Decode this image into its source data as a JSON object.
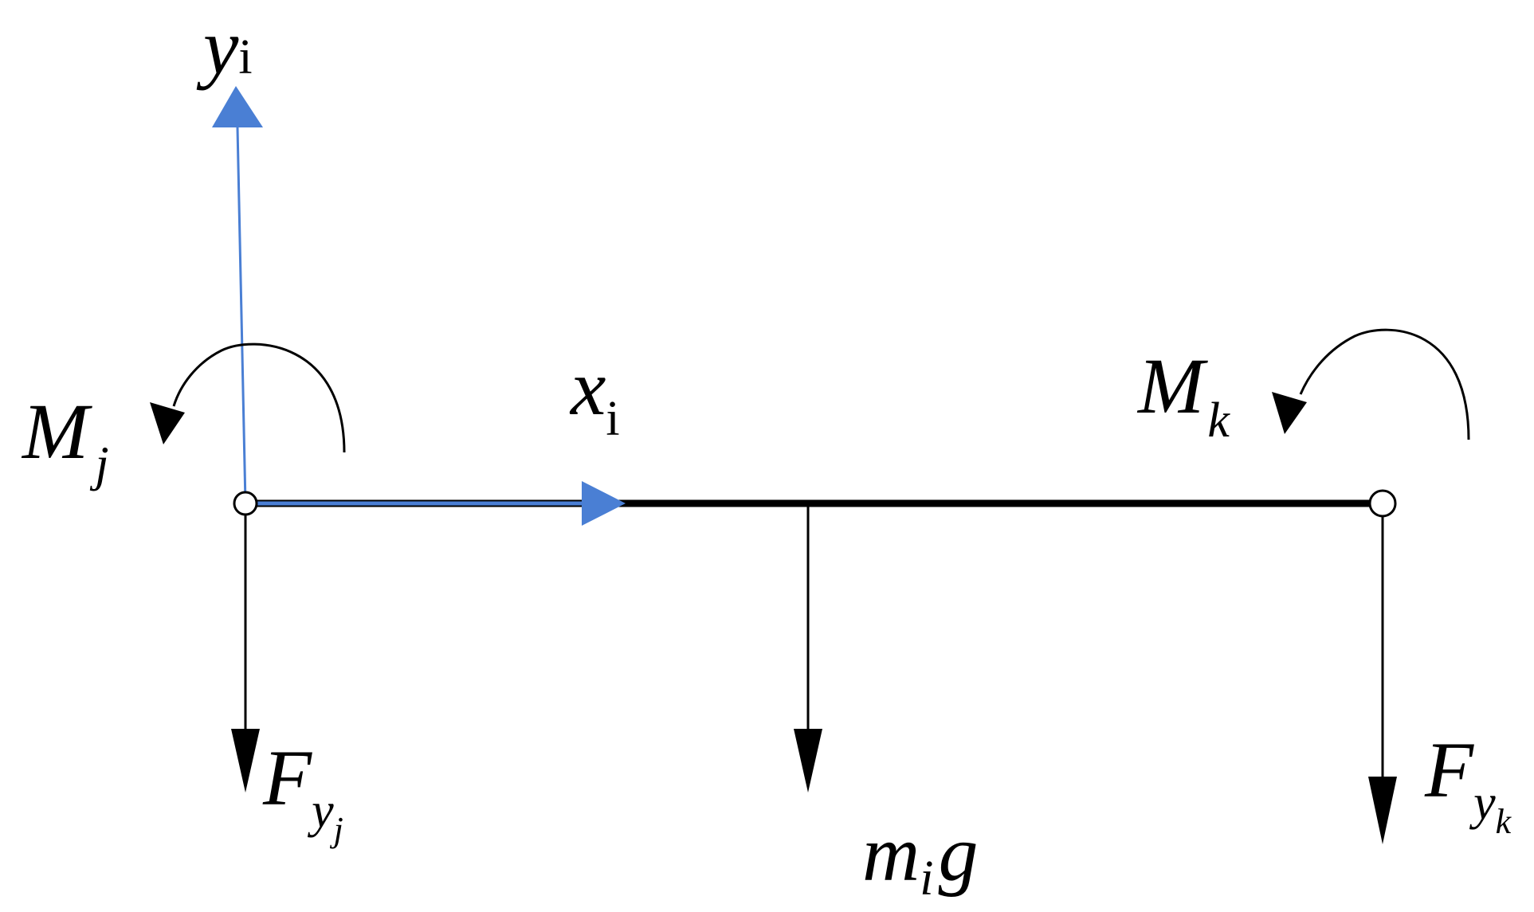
{
  "colors": {
    "axis": "#4a7fd4",
    "beam": "#000000",
    "force": "#000000",
    "background": "#ffffff"
  },
  "labels": {
    "y_axis": {
      "main": "y",
      "sub": "i"
    },
    "x_axis": {
      "main": "x",
      "sub": "i"
    },
    "moment_j": {
      "main": "M",
      "sub": "j"
    },
    "moment_k": {
      "main": "M",
      "sub": "k"
    },
    "force_j": {
      "main": "F",
      "sub": "y",
      "subsub": "j"
    },
    "force_k": {
      "main": "F",
      "sub": "y",
      "subsub": "k"
    },
    "weight": {
      "main": "m",
      "sub": "i",
      "tail": "g"
    }
  }
}
